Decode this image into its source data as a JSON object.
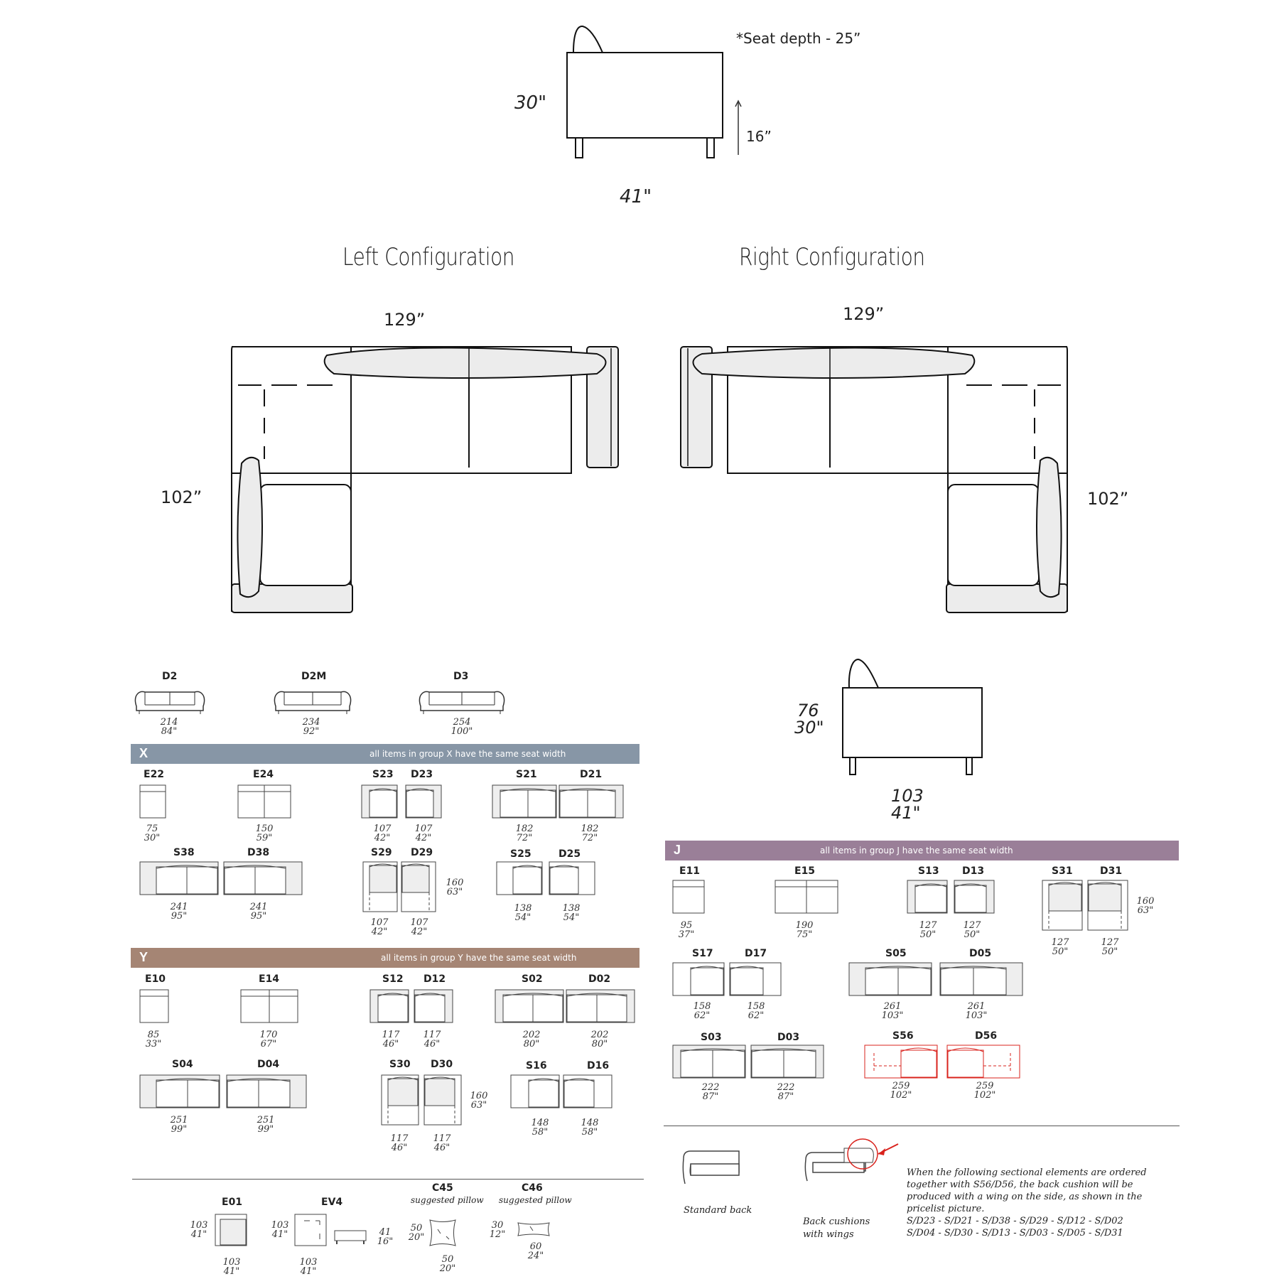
{
  "side_view_top": {
    "seat_depth_note": "*Seat depth - 25”",
    "height": "30\"",
    "seat_height": "16”",
    "depth": "41\""
  },
  "configurations": {
    "left": {
      "title": "Left Configuration",
      "width": "129”",
      "depth": "102”"
    },
    "right": {
      "title": "Right Configuration",
      "width": "129”",
      "depth": "102”"
    }
  },
  "side_view_bottom": {
    "height_cm": "76",
    "height_in": "30\"",
    "depth_cm": "103",
    "depth_in": "41\""
  },
  "sofas": [
    {
      "code": "D2",
      "cm": "214",
      "in": "84\""
    },
    {
      "code": "D2M",
      "cm": "234",
      "in": "92\""
    },
    {
      "code": "D3",
      "cm": "254",
      "in": "100\""
    }
  ],
  "groups": {
    "x": {
      "letter": "X",
      "note": "all items in group X have the same seat width",
      "color": "#8796a6"
    },
    "y": {
      "letter": "Y",
      "note": "all items in group Y have the same seat width",
      "color": "#a58574"
    },
    "j": {
      "letter": "J",
      "note": "all items in group J have the same seat width",
      "color": "#9a7f98"
    }
  },
  "x_items": {
    "e22": {
      "code": "E22",
      "cm": "75",
      "in": "30\""
    },
    "e24": {
      "code": "E24",
      "cm": "150",
      "in": "59\""
    },
    "s23": {
      "code": "S23",
      "cm": "107",
      "in": "42\""
    },
    "d23": {
      "code": "D23",
      "cm": "107",
      "in": "42\""
    },
    "s21": {
      "code": "S21",
      "cm": "182",
      "in": "72\""
    },
    "d21": {
      "code": "D21",
      "cm": "182",
      "in": "72\""
    },
    "s38": {
      "code": "S38",
      "cm": "241",
      "in": "95\""
    },
    "d38": {
      "code": "D38",
      "cm": "241",
      "in": "95\""
    },
    "s29": {
      "code": "S29",
      "cm": "107",
      "in": "42\""
    },
    "d29": {
      "code": "D29",
      "cm": "107",
      "in": "42\""
    },
    "chaise_depth": {
      "cm": "160",
      "in": "63\""
    },
    "s25": {
      "code": "S25",
      "cm": "138",
      "in": "54\""
    },
    "d25": {
      "code": "D25",
      "cm": "138",
      "in": "54\""
    }
  },
  "y_items": {
    "e10": {
      "code": "E10",
      "cm": "85",
      "in": "33\""
    },
    "e14": {
      "code": "E14",
      "cm": "170",
      "in": "67\""
    },
    "s12": {
      "code": "S12",
      "cm": "117",
      "in": "46\""
    },
    "d12": {
      "code": "D12",
      "cm": "117",
      "in": "46\""
    },
    "s02": {
      "code": "S02",
      "cm": "202",
      "in": "80\""
    },
    "d02": {
      "code": "D02",
      "cm": "202",
      "in": "80\""
    },
    "s04": {
      "code": "S04",
      "cm": "251",
      "in": "99\""
    },
    "d04": {
      "code": "D04",
      "cm": "251",
      "in": "99\""
    },
    "s30": {
      "code": "S30",
      "cm": "117",
      "in": "46\""
    },
    "d30": {
      "code": "D30",
      "cm": "117",
      "in": "46\""
    },
    "chaise_depth": {
      "cm": "160",
      "in": "63\""
    },
    "s16": {
      "code": "S16",
      "cm": "148",
      "in": "58\""
    },
    "d16": {
      "code": "D16",
      "cm": "148",
      "in": "58\""
    }
  },
  "j_items": {
    "e11": {
      "code": "E11",
      "cm": "95",
      "in": "37\""
    },
    "e15": {
      "code": "E15",
      "cm": "190",
      "in": "75\""
    },
    "s13": {
      "code": "S13",
      "cm": "127",
      "in": "50\""
    },
    "d13": {
      "code": "D13",
      "cm": "127",
      "in": "50\""
    },
    "s31": {
      "code": "S31",
      "cm": "127",
      "in": "50\""
    },
    "d31": {
      "code": "D31",
      "cm": "127",
      "in": "50\""
    },
    "chaise_depth": {
      "cm": "160",
      "in": "63\""
    },
    "s17": {
      "code": "S17",
      "cm": "158",
      "in": "62\""
    },
    "d17": {
      "code": "D17",
      "cm": "158",
      "in": "62\""
    },
    "s05": {
      "code": "S05",
      "cm": "261",
      "in": "103\""
    },
    "d05": {
      "code": "D05",
      "cm": "261",
      "in": "103\""
    },
    "s03": {
      "code": "S03",
      "cm": "222",
      "in": "87\""
    },
    "d03": {
      "code": "D03",
      "cm": "222",
      "in": "87\""
    },
    "s56": {
      "code": "S56",
      "cm": "259",
      "in": "102\""
    },
    "d56": {
      "code": "D56",
      "cm": "259",
      "in": "102\""
    }
  },
  "accessories": {
    "e01": {
      "code": "E01",
      "w_cm": "103",
      "w_in": "41\"",
      "d_cm": "103",
      "d_in": "41\""
    },
    "ev4": {
      "code": "EV4",
      "w_cm": "103",
      "w_in": "41\"",
      "d_cm": "103",
      "d_in": "41\"",
      "h_cm": "41",
      "h_in": "16\""
    },
    "c45": {
      "code": "C45",
      "sub": "suggested pillow",
      "h_cm": "50",
      "h_in": "20\"",
      "w_cm": "50",
      "w_in": "20\""
    },
    "c46": {
      "code": "C46",
      "sub": "suggested pillow",
      "h_cm": "30",
      "h_in": "12\"",
      "w_cm": "60",
      "w_in": "24\""
    }
  },
  "back_info": {
    "standard": "Standard back",
    "wings_line1": "Back cushions",
    "wings_line2": "with wings",
    "note_lines": [
      "When the following sectional elements are ordered",
      "together with S56/D56, the back cushion will be",
      "produced with a wing on the side, as shown in the",
      "pricelist picture.",
      "S/D23 - S/D21 - S/D38 - S/D29 - S/D12 - S/D02",
      "S/D04 - S/D30 - S/D13 - S/D03 - S/D05 - S/D31"
    ],
    "highlight_color": "#d9231d"
  }
}
